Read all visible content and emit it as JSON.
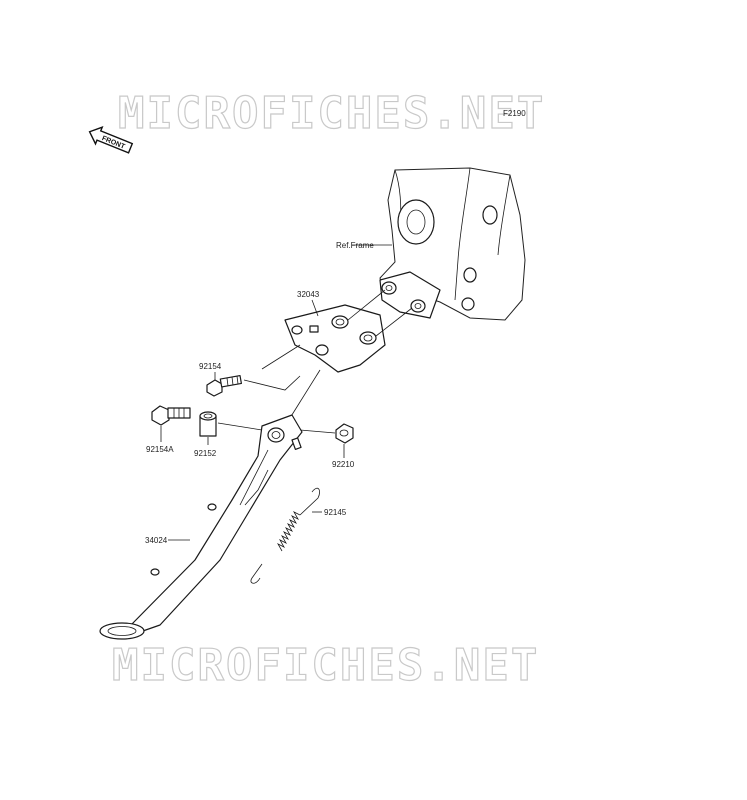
{
  "watermark": {
    "top_text": "MICROFICHES.NET",
    "bottom_text": "MICROFICHES.NET"
  },
  "diagram_code": "F2190",
  "front_arrow": {
    "label": "FRONT",
    "icon": "front-direction-arrow-icon"
  },
  "callouts": {
    "ref_frame": "Ref.Frame",
    "bracket": "32043",
    "bolt_upper": "92154",
    "bolt_lower": "92154A",
    "collar": "92152",
    "nut": "92210",
    "spring": "92145",
    "stand": "34024"
  }
}
